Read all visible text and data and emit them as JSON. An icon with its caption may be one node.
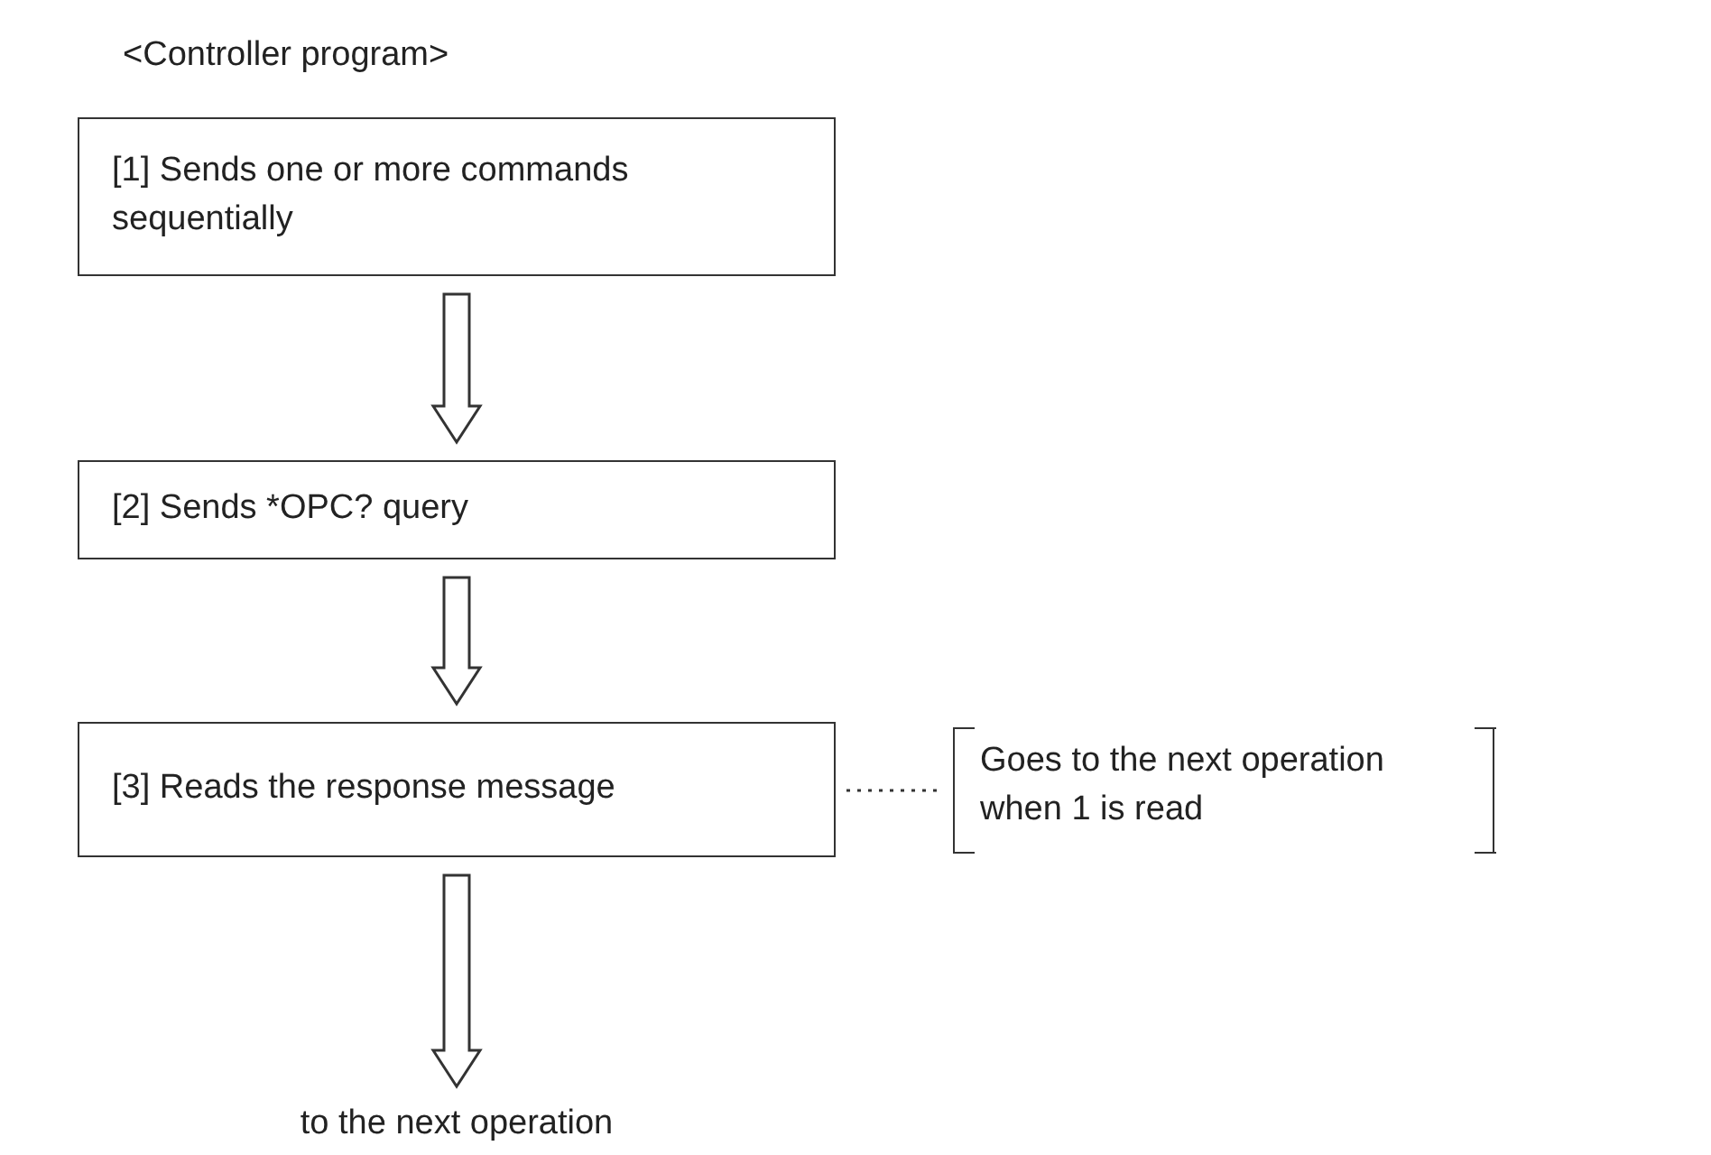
{
  "diagram": {
    "title": "<Controller program>",
    "nodes": [
      {
        "text": [
          "[1] Sends one or more commands sequentially"
        ]
      },
      {
        "text": [
          "[2] Sends *OPC? query"
        ]
      },
      {
        "text": [
          "[3] Reads the response message"
        ]
      },
      {
        "text": [
          "to the next operation"
        ]
      },
      {
        "text": [
          "Goes to the next operation when 1 is read"
        ]
      }
    ],
    "edges": [
      {
        "from": 0,
        "to": 1,
        "arrow": "to"
      },
      {
        "from": 1,
        "to": 2,
        "arrow": "to"
      },
      {
        "from": 2,
        "to": 3,
        "arrow": "to"
      },
      {
        "from": 2,
        "to": 4,
        "arrow": "none",
        "style": "dashed"
      }
    ]
  }
}
